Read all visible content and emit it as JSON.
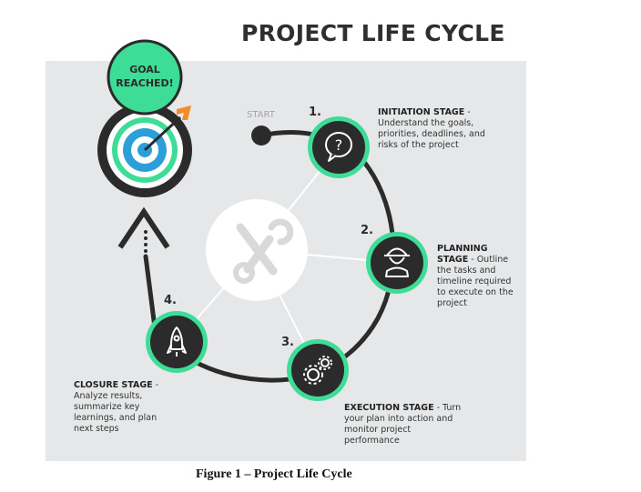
{
  "title": "PROJECT LIFE CYCLE",
  "caption": "Figure 1 – Project Life Cycle",
  "start_label": "START",
  "goal": {
    "line1": "GOAL",
    "line2": "REACHED!"
  },
  "stages": [
    {
      "number": "1.",
      "name": "INITIATION STAGE",
      "desc": "Understand the goals, priorities, deadlines, and risks of the project",
      "icon": "question-bubble-icon"
    },
    {
      "number": "2.",
      "name": "PLANNING STAGE",
      "desc": "Outline the tasks and timeline required to execute on the project",
      "icon": "hard-hat-worker-icon"
    },
    {
      "number": "3.",
      "name": "EXECUTION STAGE",
      "desc": "Turn your plan into action and monitor project performance",
      "icon": "gears-icon"
    },
    {
      "number": "4.",
      "name": "CLOSURE STAGE",
      "desc": "Analyze results, summarize key learnings, and plan next steps",
      "icon": "rocket-icon"
    }
  ],
  "colors": {
    "accent": "#3ddc97",
    "dark": "#2b2b2b",
    "panel": "#e6e7e8",
    "target_blue": "#2d9fd8",
    "arrow_orange": "#f28c28"
  }
}
